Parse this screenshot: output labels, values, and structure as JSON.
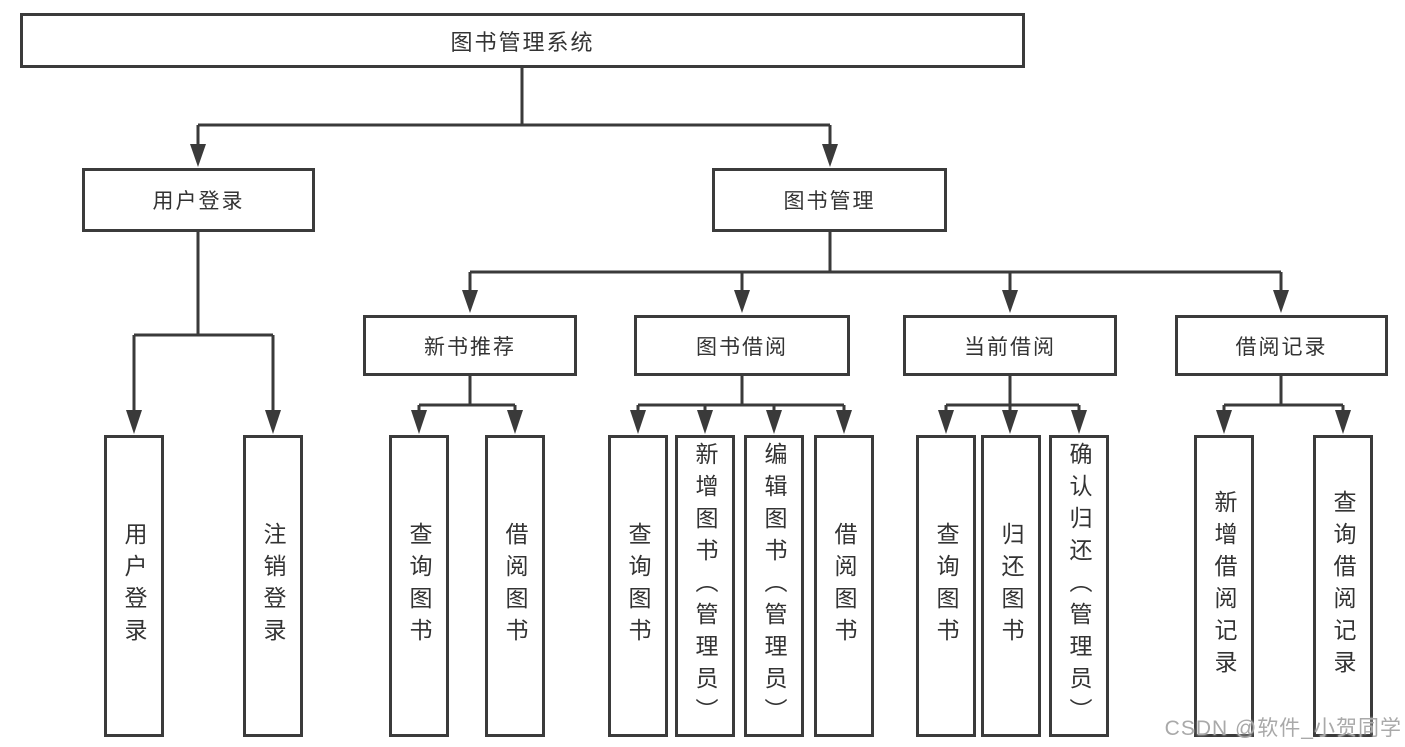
{
  "diagram": {
    "root": {
      "label": "图书管理系统"
    },
    "level1": [
      {
        "label": "用户登录"
      },
      {
        "label": "图书管理"
      }
    ],
    "level2": [
      {
        "label": "新书推荐"
      },
      {
        "label": "图书借阅"
      },
      {
        "label": "当前借阅"
      },
      {
        "label": "借阅记录"
      }
    ],
    "leaves": {
      "user_login": [
        "用户登录",
        "注销登录"
      ],
      "new_books": [
        "查询图书",
        "借阅图书"
      ],
      "book_borrow": [
        "查询图书",
        "新增图书（管理员）",
        "编辑图书（管理员）",
        "借阅图书"
      ],
      "current_borrow": [
        "查询图书",
        "归还图书",
        "确认归还（管理员）"
      ],
      "borrow_records": [
        "新增借阅记录",
        "查询借阅记录"
      ]
    }
  },
  "watermark": {
    "text": "CSDN @软件_小贺同学"
  },
  "colors": {
    "line": "#3a3a3a",
    "border": "#3b3b3b",
    "text": "#333333",
    "watermark": "#a9a9a9"
  }
}
